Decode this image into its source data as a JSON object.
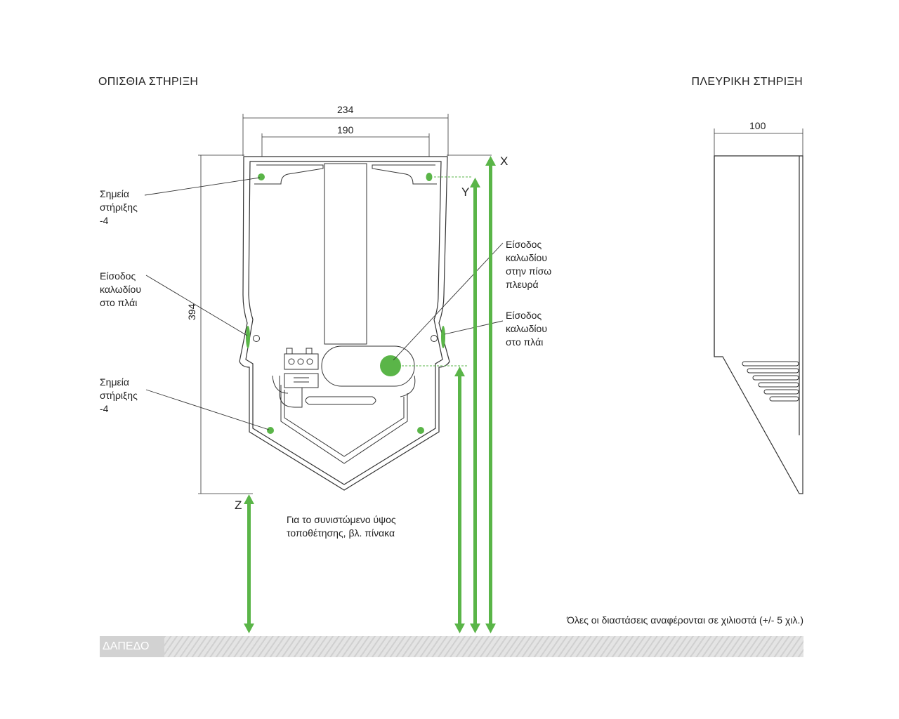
{
  "titles": {
    "rear": "ΟΠΙΣΘΙΑ ΣΤΗΡΙΞΗ",
    "side": "ΠΛΕΥΡΙΚΗ ΣΤΗΡΙΞΗ"
  },
  "dimensions": {
    "outer_width": "234",
    "inner_width": "190",
    "height": "394",
    "side_depth": "100"
  },
  "axes": {
    "x": "X",
    "y": "Y",
    "z": "Z"
  },
  "labels": {
    "mount_top": [
      "Σημεία",
      "στήριξης",
      "-4"
    ],
    "cable_side_left": [
      "Είσοδος",
      "καλωδίου",
      "στο πλάι"
    ],
    "mount_bottom": [
      "Σημεία",
      "στήριξης",
      "-4"
    ],
    "cable_rear": [
      "Είσοδος",
      "καλωδίου",
      "στην πίσω",
      "πλευρά"
    ],
    "cable_side_right": [
      "Είσοδος",
      "καλωδίου",
      "στο πλάι"
    ]
  },
  "recommendation": [
    "Για το συνιστώμενο ύψος",
    "τοποθέτησης, βλ. πίνακα"
  ],
  "note": "Όλες οι διαστάσεις αναφέρονται σε χιλιοστά (+/- 5 χιλ.)",
  "floor_label": "ΔΑΠΕΔΟ",
  "colors": {
    "accent_green": "#5ab548",
    "line": "#333333",
    "floor": "#d2d2d2"
  }
}
